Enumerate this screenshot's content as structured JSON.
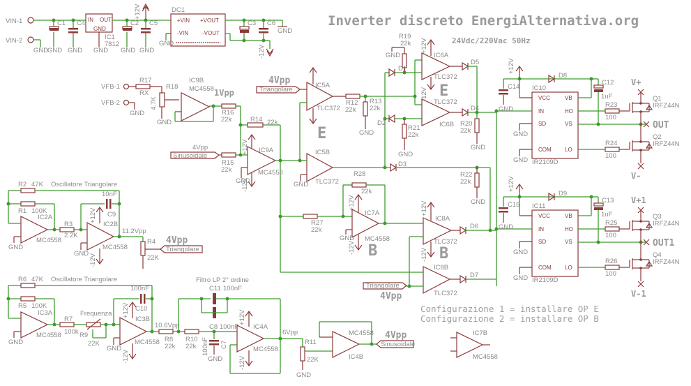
{
  "title": "Inverter discreto EnergiAlternativa.org",
  "subtitle": "24Vdc/220Vac 50Hz",
  "colors": {
    "wire": "#3f9a2f",
    "part": "#8a3a3a",
    "text": "#8a8a8a",
    "junction": "#3f9a2f"
  },
  "power": {
    "vin1": "VIN-1",
    "vin2": "VIN-2",
    "c1": "C1",
    "c4": "C4",
    "c2": "C2",
    "c5": "C5",
    "c3": "C3",
    "c6": "C6",
    "ic1": "IC1",
    "ic1_type": "7812",
    "ic1_in": "IN",
    "ic1_out": "OUT",
    "ic1_gnd": "GND",
    "dc1": "DC1",
    "dc1_pvin": "+VIN",
    "dc1_nvin": "-VIN",
    "dc1_pvout": "+VOUT",
    "dc1_nvout": "-VOUT",
    "p12": "+12V",
    "n12": "-12V",
    "gnd": "GND"
  },
  "feedback": {
    "vfb1": "VFB-1",
    "vfb2": "VFB-2",
    "r17": "R17",
    "r17v": "RX",
    "r18": "R18",
    "r18v": "4.7K",
    "ic9b": "IC9B",
    "ic9b_type": "MC4558",
    "amp_label": "1Vpp",
    "r16": "R16",
    "r16v": "22k",
    "r14": "R14",
    "r14v": "22k",
    "r15": "R15",
    "r15v": "22k",
    "sin_in": "4Vpp",
    "sin_label": "Sinusoidale",
    "ic9a": "IC9A",
    "ic9a_type": "MC4558"
  },
  "comparators": {
    "tri_amp": "4Vpp",
    "tri_label": "Triangolare",
    "ic5a": "IC5A",
    "ic5b": "IC5B",
    "tlc": "TLC372",
    "r12": "R12",
    "r12v": "22k",
    "r13": "R13",
    "r13v": "22k",
    "r19": "R19",
    "r19v": "22k",
    "r20": "R20",
    "r20v": "22k",
    "r21": "R21",
    "r21v": "22k",
    "r22": "R22",
    "r22v": "22k",
    "ic6a": "IC6A",
    "ic6b": "IC6B",
    "d1": "D1",
    "d2": "D2",
    "d3": "D3",
    "d4": "D4",
    "d5": "D5",
    "d6": "D6",
    "d7": "D7",
    "opE": "E",
    "opB": "B",
    "r27": "R27",
    "r27v": "22k",
    "r28": "R28",
    "r28v": "22k",
    "ic7a": "IC7A",
    "ic7a_type": "MC4558",
    "ic8a": "IC8A",
    "ic8b": "IC8B",
    "tri_label2": "Triangolare",
    "tri_amp2": "4Vpp"
  },
  "drivers": [
    {
      "ic": "IC10",
      "type": "IR2109D",
      "cboot": "C12",
      "cboot_v": "1uF",
      "cdec": "C14",
      "diode": "D8",
      "rh": "R23",
      "rhv": "100",
      "rl": "R24",
      "rlv": "100",
      "qh": "Q1",
      "ql": "Q2",
      "qtype": "IRFZ44N",
      "vp": "V+",
      "vn": "V-",
      "out": "OUT",
      "pins": {
        "vcc": "VCC",
        "in": "IN",
        "sd": "SD",
        "com": "COM",
        "vb": "VB",
        "ho": "HO",
        "vs": "VS",
        "lo": "LO"
      }
    },
    {
      "ic": "IC11",
      "type": "IR2109D",
      "cboot": "C13",
      "cboot_v": "1uF",
      "cdec": "C15",
      "diode": "D9",
      "rh": "R25",
      "rhv": "100",
      "rl": "R26",
      "rlv": "100",
      "qh": "Q3",
      "ql": "Q4",
      "qtype": "IRFZ44N",
      "vp": "V+1",
      "vn": "V-1",
      "out": "OUT1",
      "pins": {
        "vcc": "VCC",
        "in": "IN",
        "sd": "SD",
        "com": "COM",
        "vb": "VB",
        "ho": "HO",
        "vs": "VS",
        "lo": "LO"
      }
    }
  ],
  "tri_osc": {
    "title": "Oscillatore Triangolare",
    "r2": "R2",
    "r2v": "47K",
    "r1": "R1",
    "r1v": "100K",
    "ic2a": "IC2A",
    "ic2b": "IC2B",
    "type": "MC4558",
    "r3": "R3",
    "r3v": "2.2K",
    "c9": "C9",
    "c9v": "10nF",
    "vout": "11.2Vpp",
    "r4": "R4",
    "r4v": "22K",
    "out_amp": "4Vpp",
    "out_label": "Triangolare"
  },
  "sin_osc": {
    "title": "Oscillatore Triangolare",
    "r6": "R6",
    "r6v": "47K",
    "r5": "R5",
    "r5v": "100K",
    "ic3a": "IC3A",
    "ic3b": "IC3B",
    "type": "MC4558",
    "r7": "R7",
    "r7v": "100k",
    "freq": "Frequenza",
    "r9": "R9",
    "r9v": "22K",
    "c10": "C10",
    "c10v": "100nF",
    "vout": "10.6Vpp",
    "r8": "R8",
    "r8v": "22k",
    "r10": "R10",
    "r10v": "22k",
    "filter": "Filtro LP 2° ordine",
    "c11": "C11",
    "c11v": "100nF",
    "c8": "C8",
    "c8v": "100nF",
    "c7": "C7",
    "c7v": "100nF",
    "ic4a": "IC4A",
    "vout2": "6Vpp",
    "r11": "R11",
    "r11v": "22K",
    "ic4b": "IC4B",
    "out_amp": "4Vpp",
    "out_label": "Sinusoidale"
  },
  "spare": {
    "ic": "IC7B",
    "type": "MC4558"
  },
  "config": [
    "Configurazione 1 = installare OP E",
    "Configurazione 2 = installare OP B"
  ]
}
